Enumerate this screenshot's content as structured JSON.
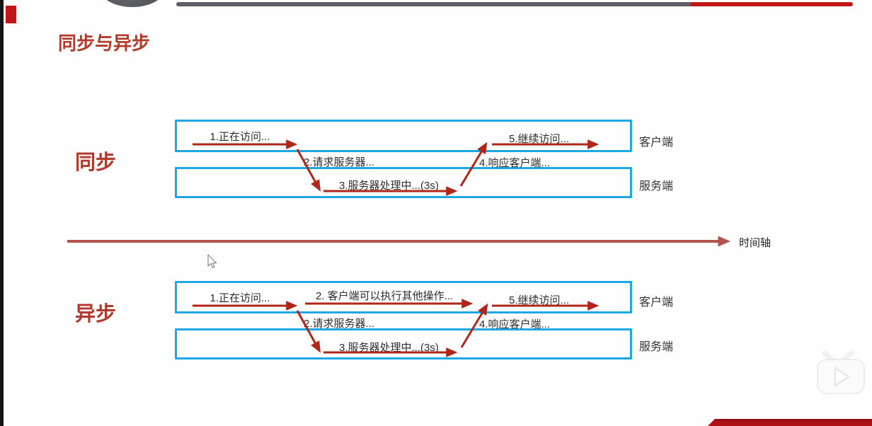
{
  "slide": {
    "title": "同步与异步",
    "sync": {
      "label": "同步",
      "lanes": {
        "client": "客户端",
        "server": "服务端"
      },
      "steps": {
        "s1": "1.正在访问...",
        "s2": "2.请求服务器...",
        "s3": "3.服务器处理中...(3s)",
        "s4": "4.响应客户端...",
        "s5": "5.继续访问..."
      }
    },
    "async": {
      "label": "异步",
      "lanes": {
        "client": "客户端",
        "server": "服务端"
      },
      "steps": {
        "s1": "1.正在访问...",
        "s2_other": "2. 客户端可以执行其他操作...",
        "s2": "2.请求服务器...",
        "s3": "3.服务器处理中...(3s)",
        "s4": "4.响应客户端...",
        "s5": "5.继续访问..."
      }
    },
    "timeline": {
      "label": "时间轴"
    }
  },
  "colors": {
    "title_red": "#b23a2c",
    "arrow_red": "#b1261a",
    "timeline_red": "#b5544c",
    "box_border_blue": "#1fa7e4",
    "topbar_gray": "#5b5f63",
    "topbar_red": "#c01718",
    "bottom_bar_red": "#ad1113",
    "text_dark": "#2d2d2d"
  },
  "icons": {
    "watermark": "bilibili-tv-play",
    "cursor": "mouse-pointer"
  }
}
